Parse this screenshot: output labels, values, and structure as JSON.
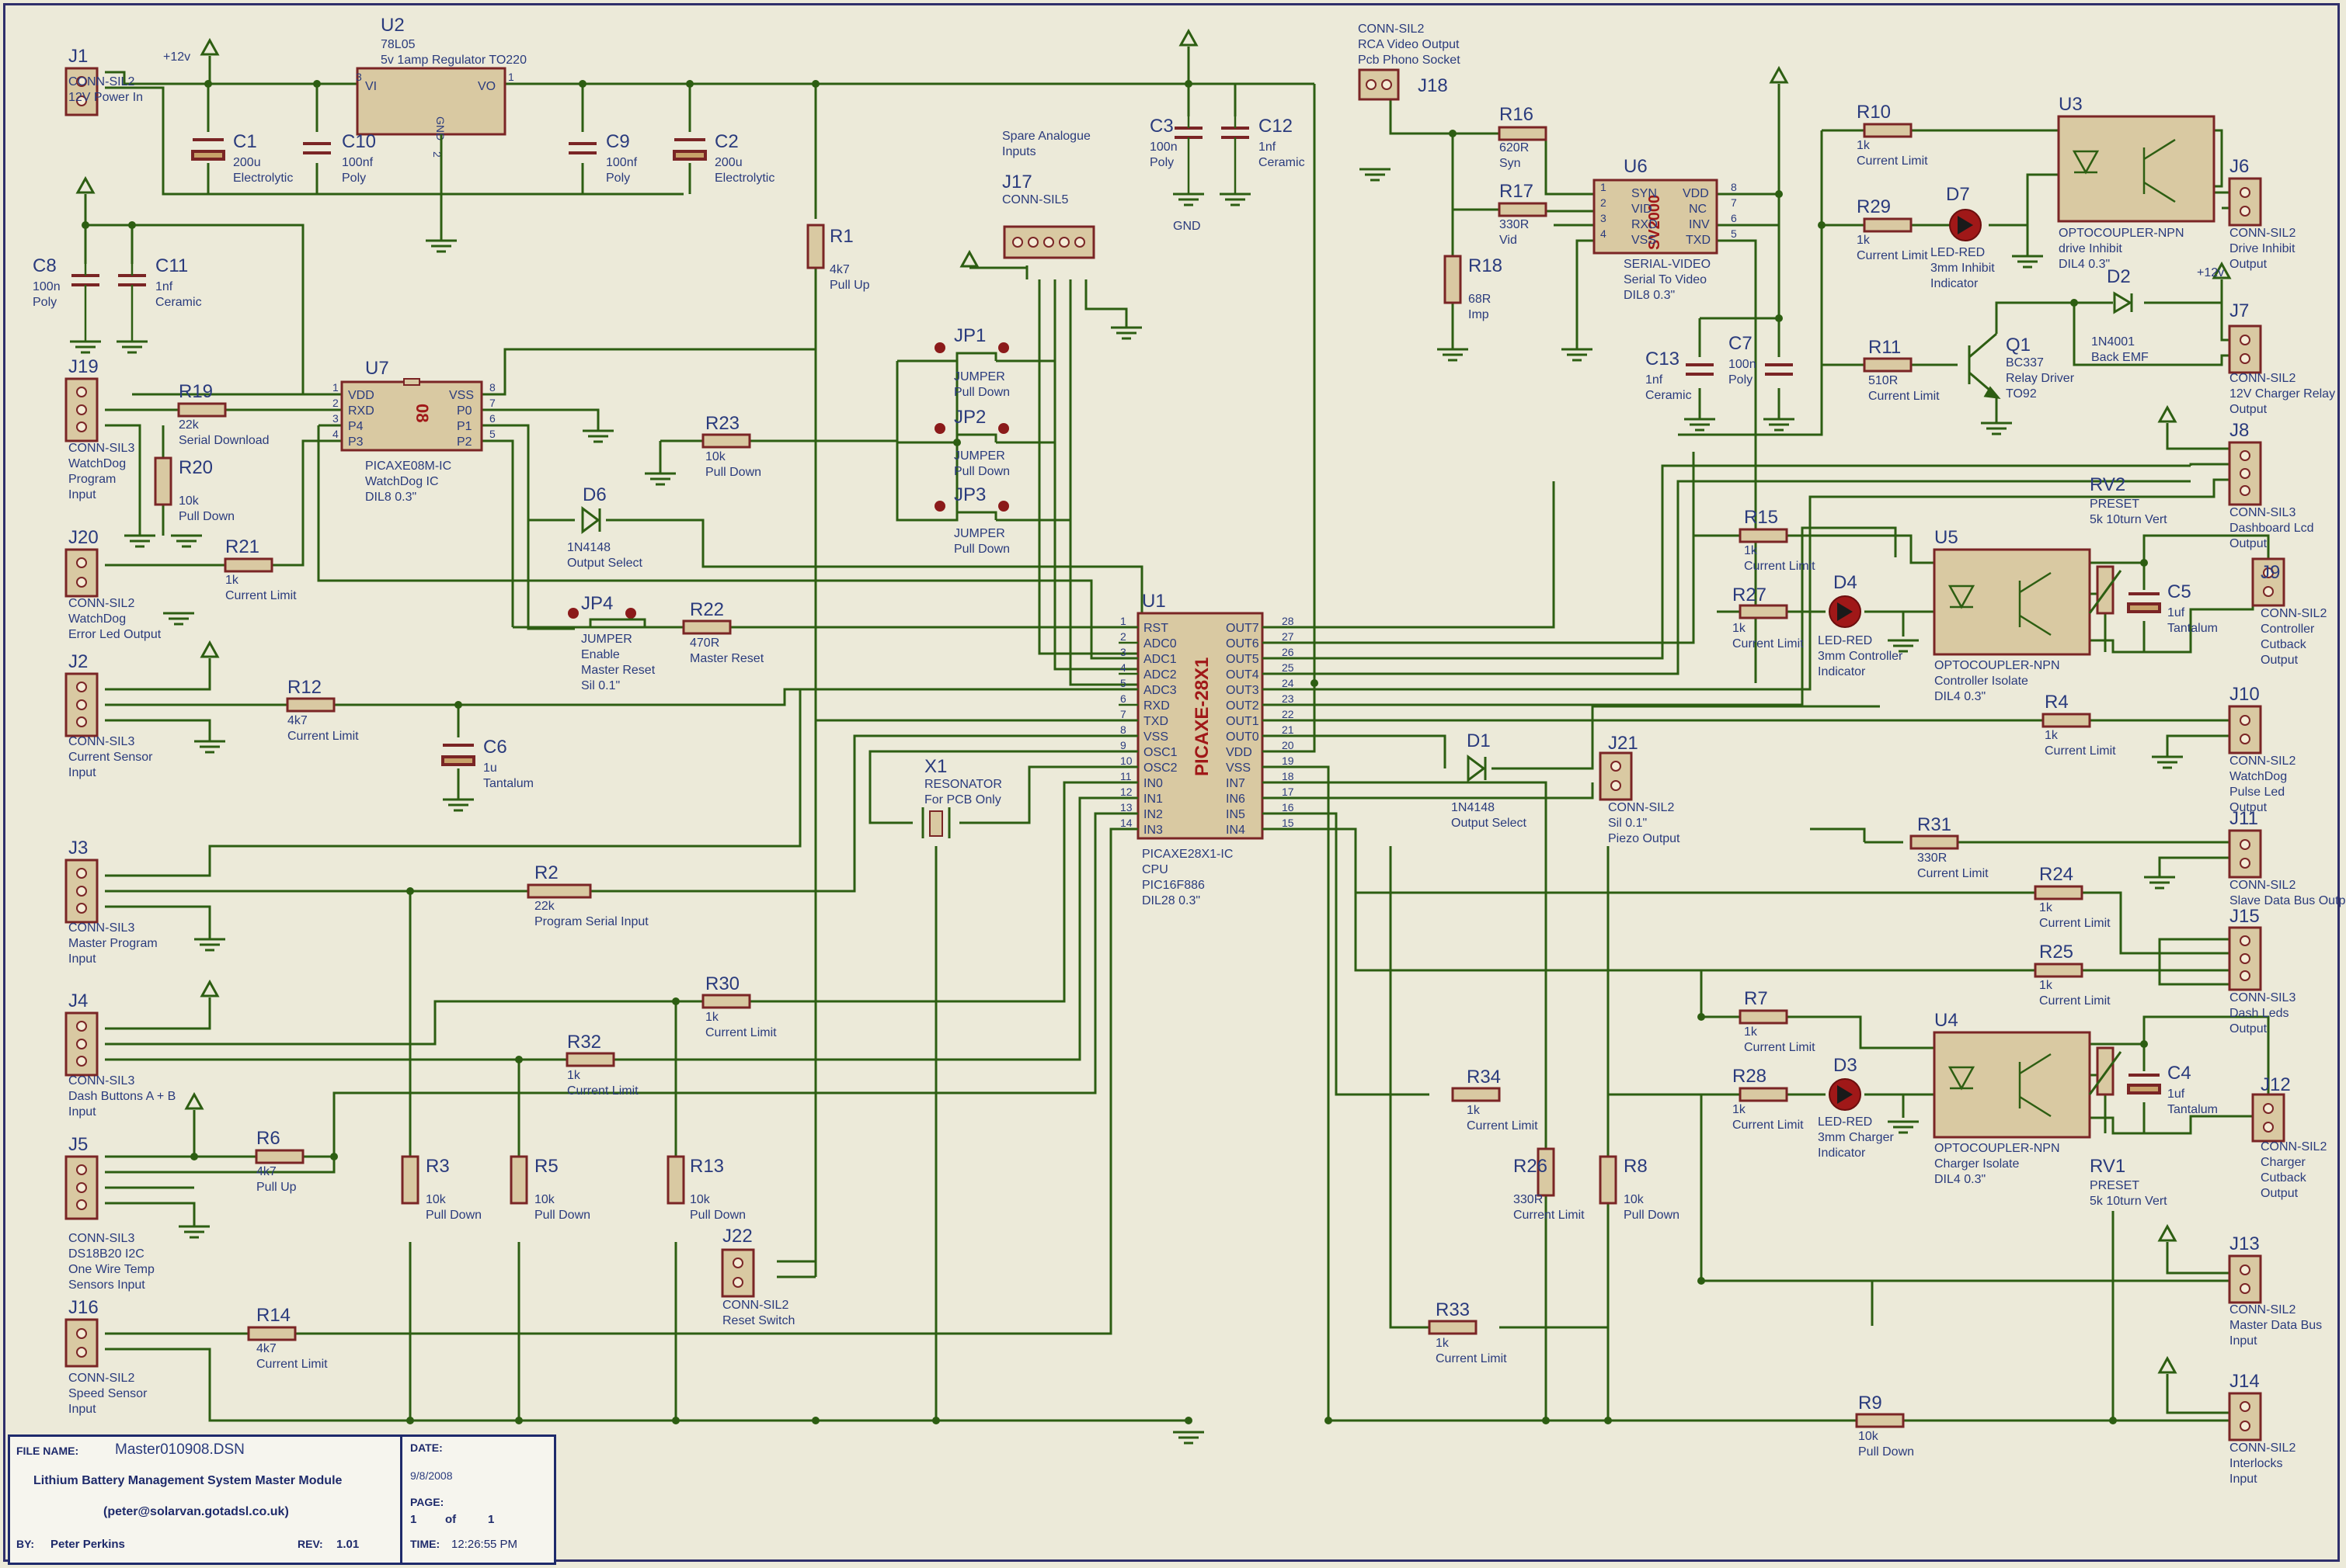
{
  "title_block": {
    "file_name_label": "FILE NAME:",
    "file_name": "Master010908.DSN",
    "project_title": "Lithium Battery Management System Master Module",
    "email": "(peter@solarvan.gotadsl.co.uk)",
    "by_label": "BY:",
    "author": "Peter Perkins",
    "rev_label": "REV:",
    "revision": "1.01",
    "date_label": "DATE:",
    "date": "9/8/2008",
    "page_label": "PAGE:",
    "page_num": "1",
    "page_of": "of",
    "page_total": "1",
    "time_label": "TIME:",
    "time": "12:26:55 PM"
  },
  "power_labels": {
    "v12_top": "+12v",
    "v12_right": "+12v",
    "gnd_c3": "GND"
  },
  "connectors": [
    {
      "ref": "J1",
      "type": "CONN-SIL2",
      "desc": "12V Power In"
    },
    {
      "ref": "J2",
      "type": "CONN-SIL3",
      "desc1": "Current Sensor",
      "desc2": "Input"
    },
    {
      "ref": "J3",
      "type": "CONN-SIL3",
      "desc1": "Master Program",
      "desc2": "Input"
    },
    {
      "ref": "J4",
      "type": "CONN-SIL3",
      "desc1": "Dash Buttons A + B",
      "desc2": "Input"
    },
    {
      "ref": "J5",
      "type": "CONN-SIL3",
      "desc1": "DS18B20 I2C",
      "desc2": "One Wire Temp",
      "desc3": "Sensors Input"
    },
    {
      "ref": "J16",
      "type": "CONN-SIL2",
      "desc1": "Speed Sensor",
      "desc2": "Input"
    },
    {
      "ref": "J19",
      "type": "CONN-SIL3",
      "desc1": "WatchDog",
      "desc2": "Program",
      "desc3": "Input"
    },
    {
      "ref": "J20",
      "type": "CONN-SIL2",
      "desc1": "WatchDog",
      "desc2": "Error Led Output"
    },
    {
      "ref": "J17",
      "type": "CONN-SIL5",
      "desc1": "Spare Analogue",
      "desc2": "Inputs"
    },
    {
      "ref": "J18",
      "type": "CONN-SIL2",
      "desc1": "RCA Video Output",
      "desc2": "Pcb Phono Socket"
    },
    {
      "ref": "J21",
      "type": "CONN-SIL2",
      "desc1": "Sil 0.1\"",
      "desc2": "Piezo Output"
    },
    {
      "ref": "J22",
      "type": "CONN-SIL2",
      "desc1": "Reset Switch"
    },
    {
      "ref": "J6",
      "type": "CONN-SIL2",
      "desc1": "Drive Inhibit",
      "desc2": "Output"
    },
    {
      "ref": "J7",
      "type": "CONN-SIL2",
      "desc1": "12V Charger Relay",
      "desc2": "Output"
    },
    {
      "ref": "J8",
      "type": "CONN-SIL3",
      "desc1": "Dashboard Lcd",
      "desc2": "Output"
    },
    {
      "ref": "J9",
      "type": "CONN-SIL2",
      "desc1": "Controller",
      "desc2": "Cutback",
      "desc3": "Output"
    },
    {
      "ref": "J10",
      "type": "CONN-SIL2",
      "desc1": "WatchDog",
      "desc2": "Pulse Led",
      "desc3": "Output"
    },
    {
      "ref": "J11",
      "type": "CONN-SIL2",
      "desc1": "Slave Data Bus Output"
    },
    {
      "ref": "J15",
      "type": "CONN-SIL3",
      "desc1": "Dash Leds",
      "desc2": "Output"
    },
    {
      "ref": "J12",
      "type": "CONN-SIL2",
      "desc1": "Charger",
      "desc2": "Cutback",
      "desc3": "Output"
    },
    {
      "ref": "J13",
      "type": "CONN-SIL2",
      "desc1": "Master Data Bus",
      "desc2": "Input"
    },
    {
      "ref": "J14",
      "type": "CONN-SIL2",
      "desc1": "Interlocks",
      "desc2": "Input"
    }
  ],
  "capacitors": [
    {
      "ref": "C1",
      "value": "200u",
      "desc": "Electrolytic"
    },
    {
      "ref": "C10",
      "value": "100nf",
      "desc": "Poly"
    },
    {
      "ref": "C9",
      "value": "100nf",
      "desc": "Poly"
    },
    {
      "ref": "C2",
      "value": "200u",
      "desc": "Electrolytic"
    },
    {
      "ref": "C8",
      "value": "100n",
      "desc": "Poly"
    },
    {
      "ref": "C11",
      "value": "1nf",
      "desc": "Ceramic"
    },
    {
      "ref": "C3",
      "value": "100n",
      "desc": "Poly"
    },
    {
      "ref": "C12",
      "value": "1nf",
      "desc": "Ceramic"
    },
    {
      "ref": "C6",
      "value": "1u",
      "desc": "Tantalum"
    },
    {
      "ref": "C7",
      "value": "100n",
      "desc": "Poly"
    },
    {
      "ref": "C13",
      "value": "1nf",
      "desc": "Ceramic"
    },
    {
      "ref": "C5",
      "value": "1uf",
      "desc": "Tantalum"
    },
    {
      "ref": "C4",
      "value": "1uf",
      "desc": "Tantalum"
    }
  ],
  "resistors": [
    {
      "ref": "R1",
      "value": "4k7",
      "desc": "Pull Up"
    },
    {
      "ref": "R2",
      "value": "22k",
      "desc": "Program Serial Input"
    },
    {
      "ref": "R3",
      "value": "10k",
      "desc": "Pull Down"
    },
    {
      "ref": "R4",
      "value": "1k",
      "desc": "Current Limit"
    },
    {
      "ref": "R5",
      "value": "10k",
      "desc": "Pull Down"
    },
    {
      "ref": "R6",
      "value": "4k7",
      "desc": "Pull Up"
    },
    {
      "ref": "R7",
      "value": "1k",
      "desc": "Current Limit"
    },
    {
      "ref": "R8",
      "value": "10k",
      "desc": "Pull Down"
    },
    {
      "ref": "R9",
      "value": "10k",
      "desc": "Pull Down"
    },
    {
      "ref": "R10",
      "value": "1k",
      "desc": "Current Limit"
    },
    {
      "ref": "R11",
      "value": "510R",
      "desc": "Current Limit"
    },
    {
      "ref": "R12",
      "value": "4k7",
      "desc": "Current Limit"
    },
    {
      "ref": "R13",
      "value": "10k",
      "desc": "Pull Down"
    },
    {
      "ref": "R14",
      "value": "4k7",
      "desc": "Current Limit"
    },
    {
      "ref": "R15",
      "value": "1k",
      "desc": "Current Limit"
    },
    {
      "ref": "R16",
      "value": "620R",
      "desc": "Syn"
    },
    {
      "ref": "R17",
      "value": "330R",
      "desc": "Vid"
    },
    {
      "ref": "R18",
      "value": "68R",
      "desc": "Imp"
    },
    {
      "ref": "R19",
      "value": "22k",
      "desc": "Serial Download"
    },
    {
      "ref": "R20",
      "value": "10k",
      "desc": "Pull Down"
    },
    {
      "ref": "R21",
      "value": "1k",
      "desc": "Current Limit"
    },
    {
      "ref": "R22",
      "value": "470R",
      "desc": "Master Reset"
    },
    {
      "ref": "R23",
      "value": "10k",
      "desc": "Pull Down"
    },
    {
      "ref": "R24",
      "value": "1k",
      "desc": "Current Limit"
    },
    {
      "ref": "R25",
      "value": "1k",
      "desc": "Current Limit"
    },
    {
      "ref": "R26",
      "value": "330R",
      "desc": "Current Limit"
    },
    {
      "ref": "R27",
      "value": "1k",
      "desc": "Current Limit"
    },
    {
      "ref": "R28",
      "value": "1k",
      "desc": "Current Limit"
    },
    {
      "ref": "R29",
      "value": "1k",
      "desc": "Current Limit"
    },
    {
      "ref": "R30",
      "value": "1k",
      "desc": "Current Limit"
    },
    {
      "ref": "R31",
      "value": "330R",
      "desc": "Current Limit"
    },
    {
      "ref": "R32",
      "value": "1k",
      "desc": "Current Limit"
    },
    {
      "ref": "R33",
      "value": "1k",
      "desc": "Current Limit"
    },
    {
      "ref": "R34",
      "value": "1k",
      "desc": "Current Limit"
    }
  ],
  "ics": {
    "u1": {
      "ref": "U1",
      "type": "PICAXE28X1-IC",
      "desc1": "CPU",
      "desc2": "PIC16F886",
      "desc3": "DIL28 0.3\"",
      "chip_label": "PICAXE-28X1",
      "left_pins": [
        {
          "n": "1",
          "name": "RST"
        },
        {
          "n": "2",
          "name": "ADC0"
        },
        {
          "n": "3",
          "name": "ADC1"
        },
        {
          "n": "4",
          "name": "ADC2"
        },
        {
          "n": "5",
          "name": "ADC3"
        },
        {
          "n": "6",
          "name": "RXD"
        },
        {
          "n": "7",
          "name": "TXD"
        },
        {
          "n": "8",
          "name": "VSS"
        },
        {
          "n": "9",
          "name": "OSC1"
        },
        {
          "n": "10",
          "name": "OSC2"
        },
        {
          "n": "11",
          "name": "IN0"
        },
        {
          "n": "12",
          "name": "IN1"
        },
        {
          "n": "13",
          "name": "IN2"
        },
        {
          "n": "14",
          "name": "IN3"
        }
      ],
      "right_pins": [
        {
          "n": "28",
          "name": "OUT7"
        },
        {
          "n": "27",
          "name": "OUT6"
        },
        {
          "n": "26",
          "name": "OUT5"
        },
        {
          "n": "25",
          "name": "OUT4"
        },
        {
          "n": "24",
          "name": "OUT3"
        },
        {
          "n": "23",
          "name": "OUT2"
        },
        {
          "n": "22",
          "name": "OUT1"
        },
        {
          "n": "21",
          "name": "OUT0"
        },
        {
          "n": "20",
          "name": "VDD"
        },
        {
          "n": "19",
          "name": "VSS"
        },
        {
          "n": "18",
          "name": "IN7"
        },
        {
          "n": "17",
          "name": "IN6"
        },
        {
          "n": "16",
          "name": "IN5"
        },
        {
          "n": "15",
          "name": "IN4"
        }
      ]
    },
    "u2": {
      "ref": "U2",
      "type": "78L05",
      "desc": "5v 1amp Regulator TO220",
      "vi": "VI",
      "vo": "VO",
      "gnd": "GND"
    },
    "u7": {
      "ref": "U7",
      "type": "PICAXE08M-IC",
      "desc1": "WatchDog IC",
      "desc2": "DIL8 0.3\"",
      "chip_label": "08",
      "left_pins": [
        {
          "n": "1",
          "name": "VDD"
        },
        {
          "n": "2",
          "name": "RXD"
        },
        {
          "n": "3",
          "name": "P4"
        },
        {
          "n": "4",
          "name": "P3"
        }
      ],
      "right_pins": [
        {
          "n": "8",
          "name": "VSS"
        },
        {
          "n": "7",
          "name": "P0"
        },
        {
          "n": "6",
          "name": "P1"
        },
        {
          "n": "5",
          "name": "P2"
        }
      ]
    },
    "u6": {
      "ref": "U6",
      "type": "SERIAL-VIDEO",
      "desc1": "Serial To Video",
      "desc2": "DIL8 0.3\"",
      "chip_label": "SV2000",
      "left_pins": [
        {
          "n": "1",
          "name": "SYN"
        },
        {
          "n": "2",
          "name": "VID"
        },
        {
          "n": "3",
          "name": "RXD"
        },
        {
          "n": "4",
          "name": "VSS"
        }
      ],
      "right_pins": [
        {
          "n": "8",
          "name": "VDD"
        },
        {
          "n": "7",
          "name": "NC"
        },
        {
          "n": "6",
          "name": "INV"
        },
        {
          "n": "5",
          "name": "TXD"
        }
      ]
    },
    "u3": {
      "ref": "U3",
      "type": "OPTOCOUPLER-NPN",
      "desc1": "drive Inhibit",
      "desc2": "DIL4 0.3\""
    },
    "u5": {
      "ref": "U5",
      "type": "OPTOCOUPLER-NPN",
      "desc1": "Controller Isolate",
      "desc2": "DIL4 0.3\""
    },
    "u4": {
      "ref": "U4",
      "type": "OPTOCOUPLER-NPN",
      "desc1": "Charger Isolate",
      "desc2": "DIL4 0.3\""
    }
  },
  "diodes": [
    {
      "ref": "D1",
      "type": "1N4148",
      "desc": "Output Select"
    },
    {
      "ref": "D2",
      "type": "1N4001",
      "desc": "Back EMF"
    },
    {
      "ref": "D6",
      "type": "1N4148",
      "desc": "Output Select"
    },
    {
      "ref": "D7",
      "type": "LED-RED",
      "desc1": "3mm Inhibit",
      "desc2": "Indicator"
    },
    {
      "ref": "D4",
      "type": "LED-RED",
      "desc1": "3mm Controller",
      "desc2": "Indicator"
    },
    {
      "ref": "D3",
      "type": "LED-RED",
      "desc1": "3mm Charger",
      "desc2": "Indicator"
    }
  ],
  "transistor": {
    "ref": "Q1",
    "type": "BC337",
    "desc1": "Relay Driver",
    "desc2": "TO92"
  },
  "resonator": {
    "ref": "X1",
    "type": "RESONATOR",
    "desc": "For PCB Only"
  },
  "presets": [
    {
      "ref": "RV2",
      "type": "PRESET",
      "desc": "5k 10turn Vert"
    },
    {
      "ref": "RV1",
      "type": "PRESET",
      "desc": "5k 10turn Vert"
    }
  ],
  "jumpers": [
    {
      "ref": "JP1",
      "type": "JUMPER",
      "desc": "Pull Down"
    },
    {
      "ref": "JP2",
      "type": "JUMPER",
      "desc": "Pull Down"
    },
    {
      "ref": "JP3",
      "type": "JUMPER",
      "desc": "Pull Down"
    },
    {
      "ref": "JP4",
      "type": "JUMPER",
      "desc1": "Enable",
      "desc2": "Master Reset",
      "desc3": "Sil 0.1\""
    }
  ]
}
